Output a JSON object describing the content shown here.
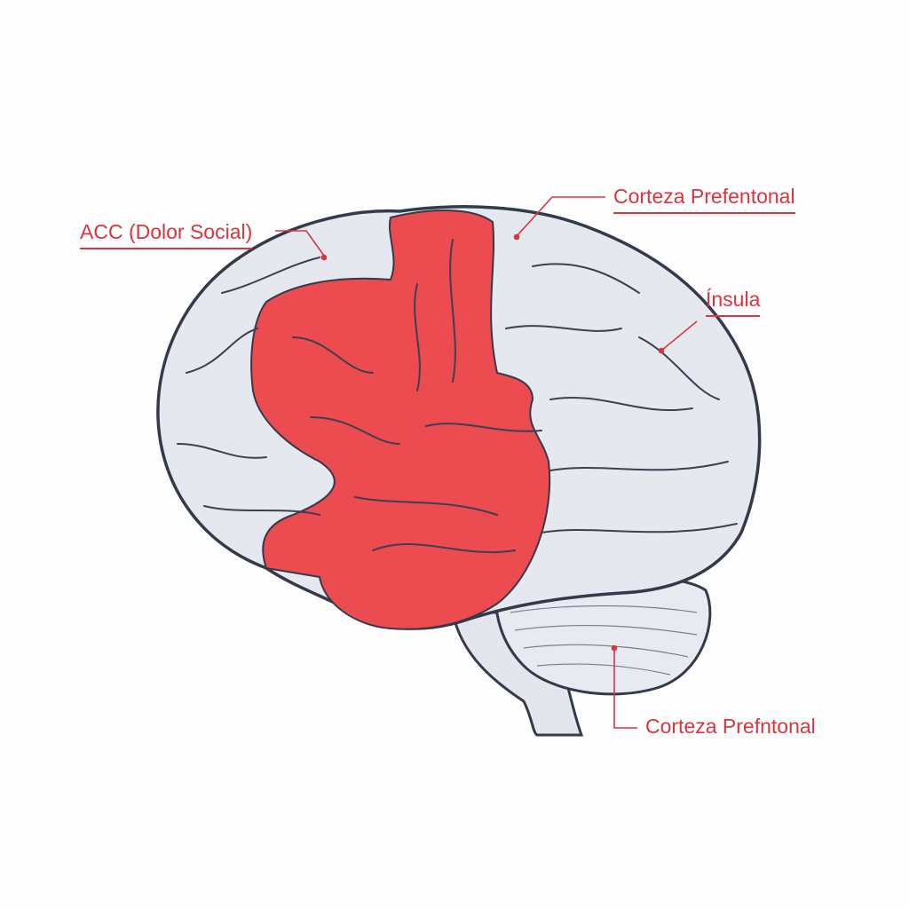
{
  "colors": {
    "highlight": "#ec4b4f",
    "brain": "#e6e8f0",
    "outline": "#353a4a",
    "label": "#d8363f"
  },
  "labels": {
    "acc": "ACC (Dolor Social)",
    "prefrontal_top": "Corteza Prefentonal",
    "insula": "Ínsula",
    "prefrontal_bottom": "Corteza Prefntonal"
  }
}
